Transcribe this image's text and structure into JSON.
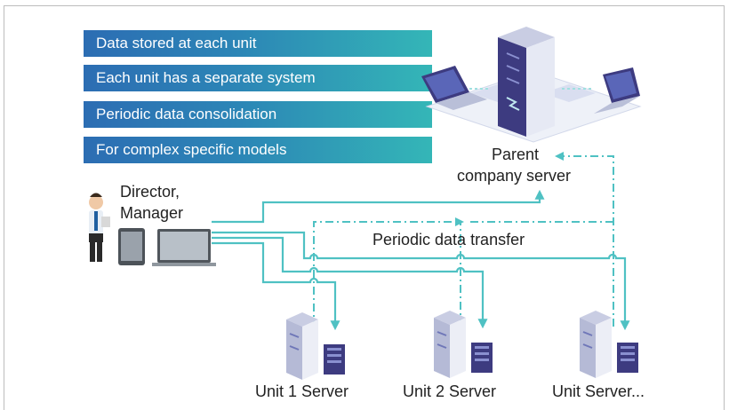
{
  "banners": [
    "Data stored at each unit",
    "Each unit has a separate system",
    "Periodic data consolidation",
    "For complex specific models"
  ],
  "parent_label": [
    "Parent",
    "company server"
  ],
  "director_label": [
    "Director,",
    "Manager"
  ],
  "transfer_label": "Periodic data transfer",
  "units": [
    "Unit 1 Server",
    "Unit 2 Server",
    "Unit Server..."
  ],
  "colors": {
    "accent": "#4fc1c3",
    "banner_start": "#2c6db3",
    "banner_end": "#34b6b7",
    "server_dark": "#3d3b80"
  }
}
